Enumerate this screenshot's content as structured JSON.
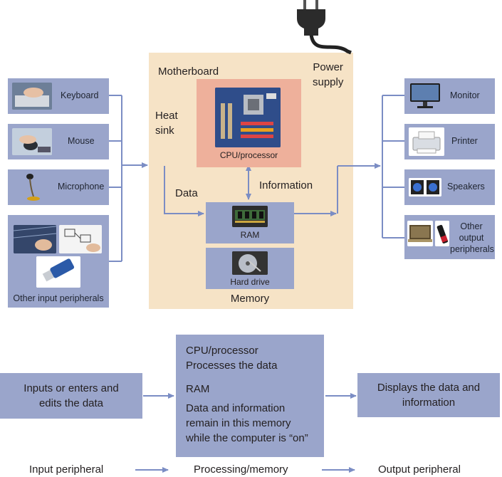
{
  "motherboard": {
    "title": "Motherboard",
    "heat_sink_line1": "Heat",
    "heat_sink_line2": "sink",
    "power_supply_line1": "Power",
    "power_supply_line2": "supply",
    "cpu_label": "CPU/processor",
    "data_label": "Data",
    "information_label": "Information",
    "ram_label": "RAM",
    "hard_drive_label": "Hard drive",
    "memory_label": "Memory"
  },
  "inputs": [
    {
      "label": "Keyboard",
      "icon": "keyboard-icon"
    },
    {
      "label": "Mouse",
      "icon": "mouse-icon"
    },
    {
      "label": "Microphone",
      "icon": "microphone-icon"
    },
    {
      "label": "Other input peripherals",
      "icon": "usb-drive-icon"
    }
  ],
  "outputs": [
    {
      "label": "Monitor",
      "icon": "monitor-icon"
    },
    {
      "label": "Printer",
      "icon": "printer-icon"
    },
    {
      "label": "Speakers",
      "icon": "speakers-icon"
    },
    {
      "label_line1": "Other",
      "label_line2": "output",
      "label_line3": "peripherals",
      "icon": "laptop-icon"
    }
  ],
  "flow": {
    "input_box_line1": "Inputs or enters and",
    "input_box_line2": "edits the data",
    "center_line1": "CPU/processor",
    "center_line2": "Processes the data",
    "center_line3": "RAM",
    "center_line4": "Data and information",
    "center_line5": "remain in this memory",
    "center_line6": "while the computer is “on”",
    "output_box_line1": "Displays the data and",
    "output_box_line2": "information"
  },
  "legend": {
    "input": "Input peripheral",
    "processing": "Processing/memory",
    "output": "Output peripheral"
  },
  "colors": {
    "periph_blue": "#9aa5cb",
    "motherboard_beige": "#f6e3c6",
    "cpu_salmon": "#eeb09b",
    "arrow_blue": "#7b8dc4"
  }
}
